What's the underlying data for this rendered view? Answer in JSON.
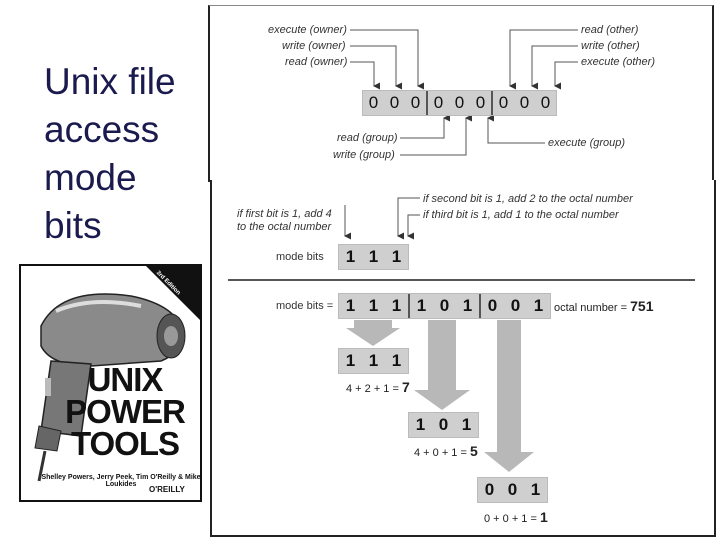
{
  "title_lines": [
    "Unix file",
    "access",
    "mode",
    "bits"
  ],
  "book": {
    "title_lines": [
      "UNIX",
      "POWER",
      "TOOLS"
    ],
    "authors": "Shelley Powers, Jerry Peek, Tim O'Reilly & Mike Loukides",
    "publisher": "O'REILLY",
    "badge": "3rd Edition"
  },
  "diagram1": {
    "labels_top_left": [
      "execute (owner)",
      "write (owner)",
      "read (owner)"
    ],
    "labels_top_right": [
      "read (other)",
      "write (other)",
      "execute (other)"
    ],
    "labels_bottom_left": [
      "read (group)",
      "write (group)"
    ],
    "label_bottom_right": "execute (group)",
    "bits": [
      "0",
      "0",
      "0",
      "0",
      "0",
      "0",
      "0",
      "0",
      "0"
    ]
  },
  "diagram2": {
    "note_first_bit": "if first bit is 1, add 4",
    "note_first_bit_2": "to the octal number",
    "note_second_bit": "if second bit is 1, add 2 to the octal number",
    "note_third_bit": "if third bit is 1, add 1 to the octal number",
    "mode_bits_label": "mode bits",
    "example_bits": [
      "1",
      "1",
      "1"
    ],
    "mode_bits_label_eq": "mode bits =",
    "full_bits": [
      "1",
      "1",
      "1",
      "1",
      "0",
      "1",
      "0",
      "0",
      "1"
    ],
    "octal_label": "octal number =",
    "octal_value": "751",
    "groups": [
      {
        "bits": [
          "1",
          "1",
          "1"
        ],
        "sum": "4 + 2 + 1 =",
        "result": "7"
      },
      {
        "bits": [
          "1",
          "0",
          "1"
        ],
        "sum": "4 + 0 + 1 =",
        "result": "5"
      },
      {
        "bits": [
          "0",
          "0",
          "1"
        ],
        "sum": "0 + 0 + 1 =",
        "result": "1"
      }
    ]
  }
}
